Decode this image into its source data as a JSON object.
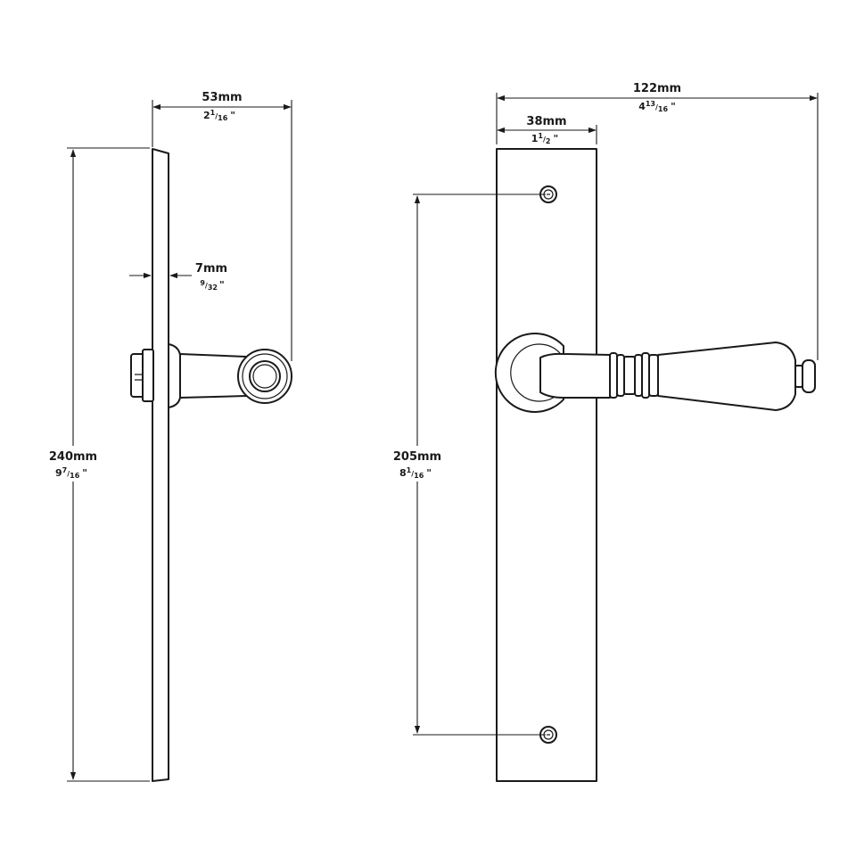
{
  "dimensions": {
    "side_width": {
      "mm": "53mm",
      "inch_whole": "2",
      "inch_num": "1",
      "inch_den": "16",
      "inch_mark": "\""
    },
    "side_thickness": {
      "mm": "7mm",
      "inch_whole": "",
      "inch_num": "9",
      "inch_den": "32",
      "inch_mark": "\""
    },
    "height": {
      "mm": "240mm",
      "inch_whole": "9",
      "inch_num": "7",
      "inch_den": "16",
      "inch_mark": "\""
    },
    "overall_width": {
      "mm": "122mm",
      "inch_whole": "4",
      "inch_num": "13",
      "inch_den": "16",
      "inch_mark": "\""
    },
    "plate_width": {
      "mm": "38mm",
      "inch_whole": "1",
      "inch_num": "1",
      "inch_den": "2",
      "inch_mark": "\""
    },
    "screw_centres": {
      "mm": "205mm",
      "inch_whole": "8",
      "inch_num": "1",
      "inch_den": "16",
      "inch_mark": "\""
    }
  },
  "colors": {
    "line": "#1a1a1a",
    "background": "#ffffff"
  }
}
